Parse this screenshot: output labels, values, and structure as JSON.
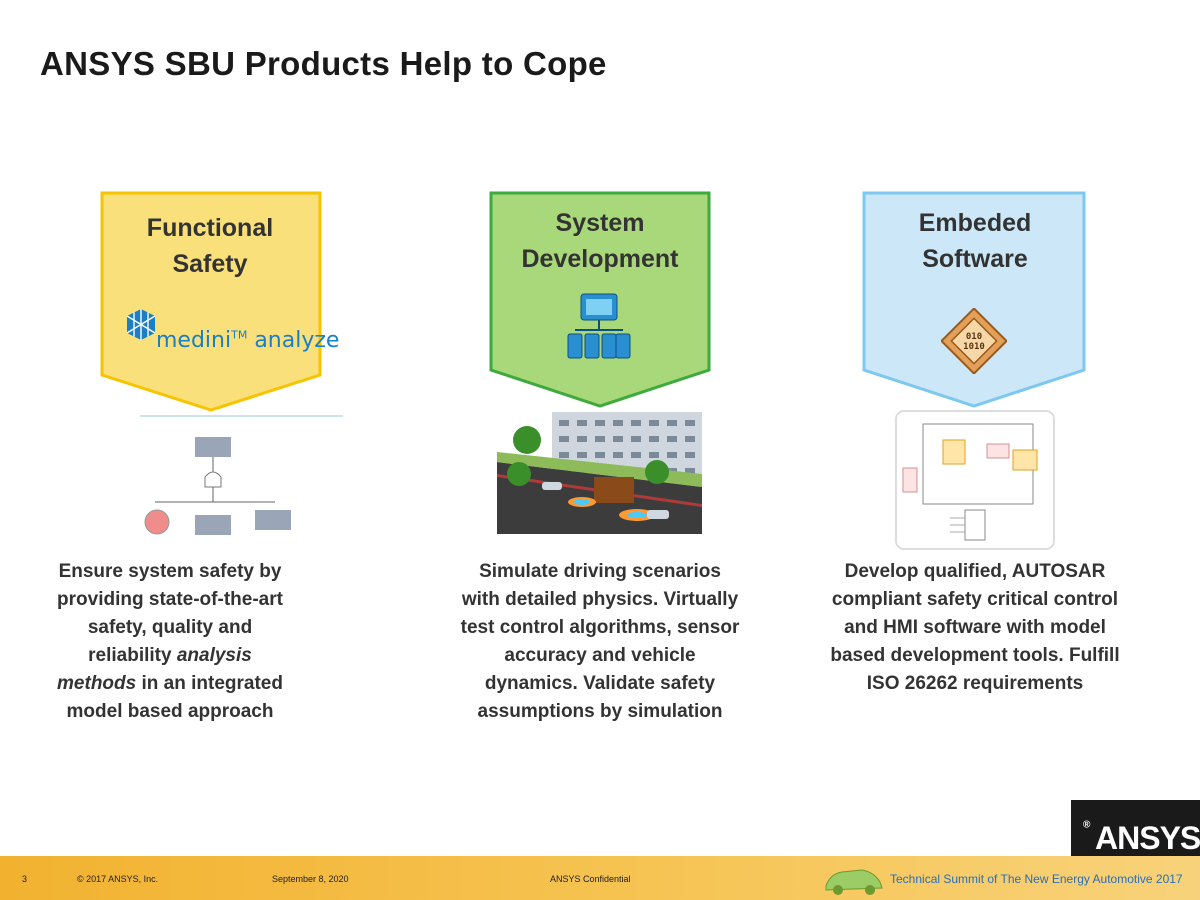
{
  "slide": {
    "title": "ANSYS SBU Products Help to Cope"
  },
  "columns": [
    {
      "title_line1": "Functional",
      "title_line2": "Safety",
      "color": "#f9e07a",
      "border": "#f6c400",
      "logo_text": "medini",
      "logo_tm": "TM",
      "logo_text2": " analyze",
      "desc_lines": [
        "Ensure system safety by",
        "providing state-of-the-art",
        "safety, quality and",
        "reliability",
        "analysis",
        "methods",
        " in an integrated",
        "model based approach"
      ]
    },
    {
      "title_line1": "System",
      "title_line2": "Development",
      "color": "#a8d87a",
      "border": "#3daa3d",
      "icon": "system-hierarchy-icon",
      "desc_lines": [
        "Simulate driving scenarios",
        "with detailed physics. Virtually",
        "test control algorithms, sensor",
        "accuracy and vehicle",
        "dynamics. Validate safety",
        "assumptions by simulation"
      ]
    },
    {
      "title_line1": "Embeded",
      "title_line2": "Software",
      "color": "#cce8f8",
      "border": "#7cc8f0",
      "icon": "binary-code-icon",
      "desc_lines": [
        "Develop qualified, AUTOSAR",
        "compliant safety critical control",
        "and HMI software with model",
        "based development tools. Fulfill",
        "ISO 26262 requirements"
      ]
    }
  ],
  "brand": {
    "logo": "ANSYS",
    "reg": "®"
  },
  "footer": {
    "page_number": "3",
    "copyright": "© 2017 ANSYS, Inc.",
    "date": "September 8, 2020",
    "confidential": "ANSYS Confidential",
    "event": "Technical Summit of The New Energy Automotive 2017"
  }
}
